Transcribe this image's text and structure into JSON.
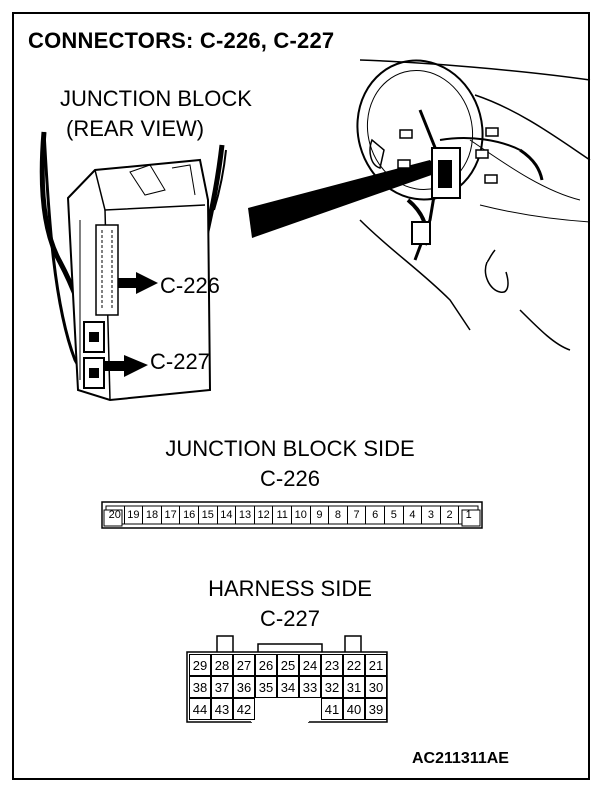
{
  "title": "CONNECTORS: C-226, C-227",
  "junction_block": {
    "line1": "JUNCTION BLOCK",
    "line2": "(REAR VIEW)"
  },
  "callouts": {
    "c226": "C-226",
    "c227": "C-227"
  },
  "junction_side": {
    "heading": "JUNCTION BLOCK SIDE",
    "connector": "C-226",
    "pins": [
      "20",
      "19",
      "18",
      "17",
      "16",
      "15",
      "14",
      "13",
      "12",
      "11",
      "10",
      "9",
      "8",
      "7",
      "6",
      "5",
      "4",
      "3",
      "2",
      "1"
    ]
  },
  "harness_side": {
    "heading": "HARNESS SIDE",
    "connector": "C-227",
    "rows": [
      [
        "29",
        "28",
        "27",
        "26",
        "25",
        "24",
        "23",
        "22",
        "21"
      ],
      [
        "38",
        "37",
        "36",
        "35",
        "34",
        "33",
        "32",
        "31",
        "30"
      ],
      [
        "44",
        "43",
        "42",
        "",
        "",
        "",
        "41",
        "40",
        "39"
      ]
    ]
  },
  "figure_code": "AC211311AE"
}
